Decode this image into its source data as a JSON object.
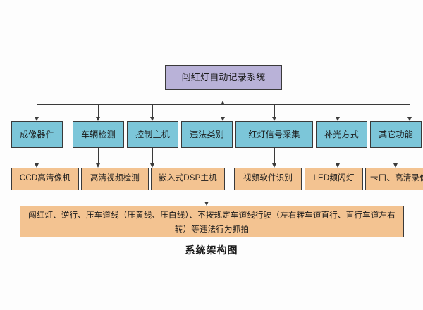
{
  "diagram": {
    "caption": "系统架构图",
    "colors": {
      "root_fill": "#b9b2d8",
      "level1_fill": "#7cc6d9",
      "level2_fill": "#f3c391",
      "detail_fill": "#f3c391",
      "stroke": "#3a3a3a",
      "background": "#fdfdfd"
    },
    "root": {
      "label": "闯红灯自动记录系统"
    },
    "level1": [
      {
        "label": "成像器件"
      },
      {
        "label": "车辆检测"
      },
      {
        "label": "控制主机"
      },
      {
        "label": "违法类别"
      },
      {
        "label": "红灯信号采集"
      },
      {
        "label": "补光方式"
      },
      {
        "label": "其它功能"
      }
    ],
    "level2": [
      {
        "label": "CCD高清像机"
      },
      {
        "label": "高清视频检测"
      },
      {
        "label": "嵌入式DSP主机"
      },
      {
        "label": "视频软件识别"
      },
      {
        "label": "LED频闪灯"
      },
      {
        "label": "卡口、高清录像"
      }
    ],
    "detail": {
      "label": "闯红灯、逆行、压车道线（压黄线、压白线）、不按规定车道线行驶（左右转车道直行、直行车道左右转）等违法行为抓拍"
    }
  }
}
